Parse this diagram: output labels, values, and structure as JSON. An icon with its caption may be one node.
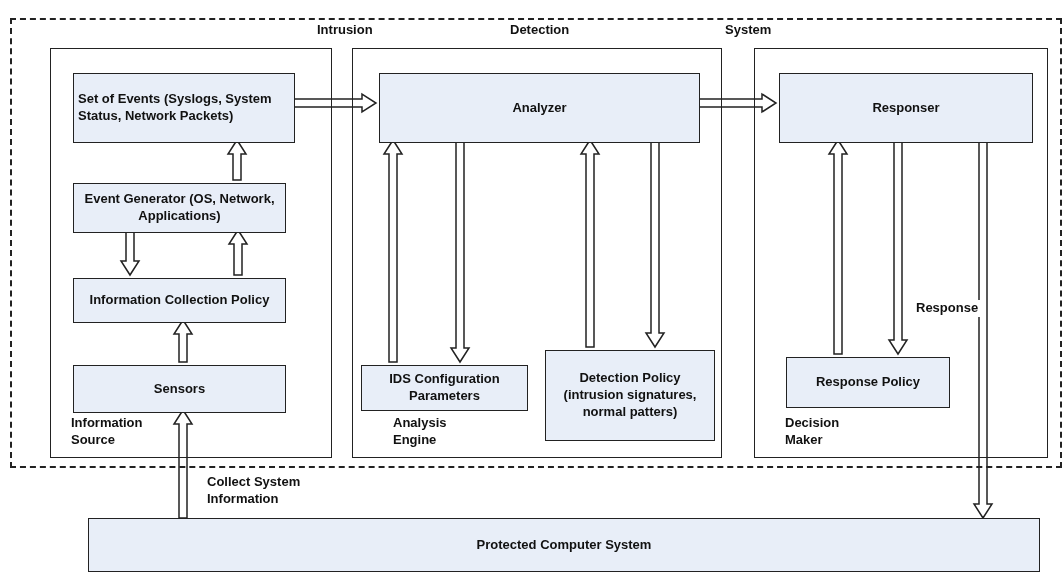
{
  "diagram": {
    "nodes": [
      {
        "text": [
          "Intrusion",
          "Detection",
          "System"
        ]
      },
      {
        "text": [
          "Information Source"
        ],
        "in": 0
      },
      {
        "text": [
          "Set of Events (Syslogs, System Status, Network Packets)"
        ],
        "in": 1
      },
      {
        "text": [
          "Event Generator (OS, Network, Applications)"
        ],
        "in": 1
      },
      {
        "text": [
          "Information Collection Policy"
        ],
        "in": 1
      },
      {
        "text": [
          "Sensors"
        ],
        "in": 1
      },
      {
        "text": [
          "Analysis Engine"
        ],
        "in": 0
      },
      {
        "text": [
          "Analyzer"
        ],
        "in": 6
      },
      {
        "text": [
          "IDS Configuration Parameters"
        ],
        "in": 6
      },
      {
        "text": [
          "Detection Policy (intrusion signatures, normal patters)"
        ],
        "in": 6
      },
      {
        "text": [
          "Decision Maker"
        ],
        "in": 0
      },
      {
        "text": [
          "Responser"
        ],
        "in": 10
      },
      {
        "text": [
          "Response Policy"
        ],
        "in": 10
      },
      {
        "text": [
          "Protected Computer System"
        ]
      }
    ],
    "edges": [
      {
        "from": 3,
        "to": 2,
        "arrow": "to"
      },
      {
        "from": 3,
        "to": 4,
        "arrow": "to"
      },
      {
        "from": 4,
        "to": 3,
        "arrow": "to"
      },
      {
        "from": 5,
        "to": 4,
        "arrow": "to"
      },
      {
        "from": 13,
        "to": 5,
        "arrow": "to",
        "label": "Collect System Information"
      },
      {
        "from": 2,
        "to": 7,
        "arrow": "to"
      },
      {
        "from": 7,
        "to": 11,
        "arrow": "to"
      },
      {
        "from": 8,
        "to": 7,
        "arrow": "to"
      },
      {
        "from": 7,
        "to": 8,
        "arrow": "to"
      },
      {
        "from": 9,
        "to": 7,
        "arrow": "to"
      },
      {
        "from": 7,
        "to": 9,
        "arrow": "to"
      },
      {
        "from": 12,
        "to": 11,
        "arrow": "to"
      },
      {
        "from": 11,
        "to": 12,
        "arrow": "to"
      },
      {
        "from": 11,
        "to": 13,
        "arrow": "to",
        "label": "Response"
      }
    ]
  }
}
